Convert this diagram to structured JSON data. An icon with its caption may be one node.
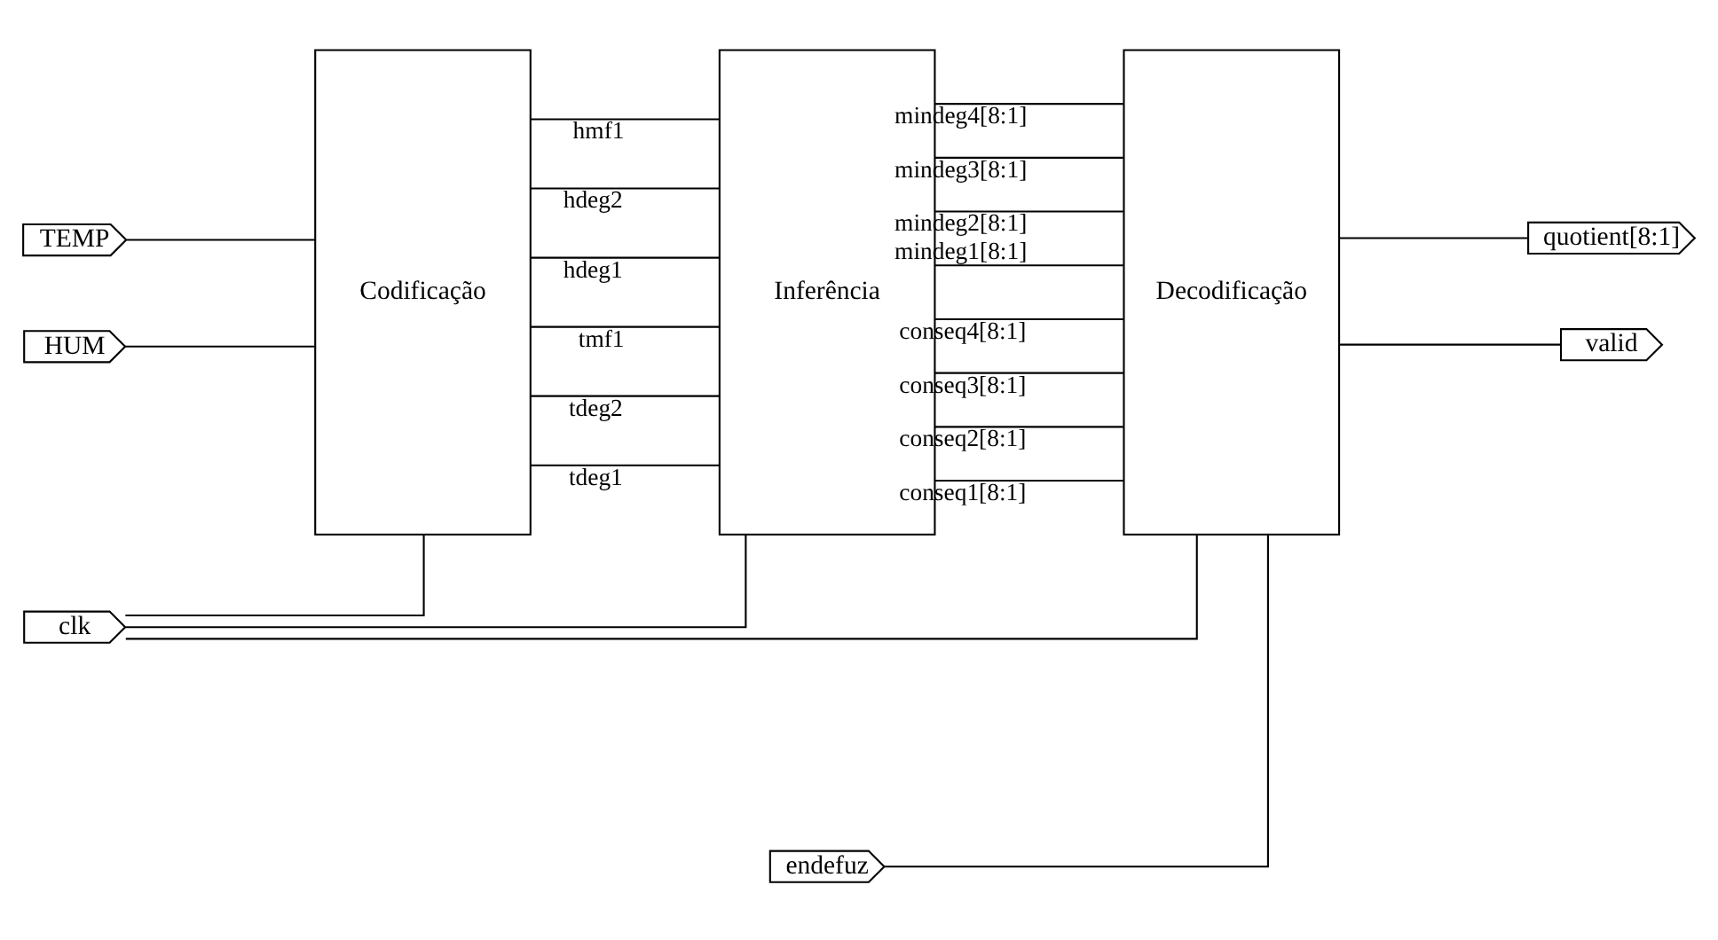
{
  "diagram": {
    "nodes": [
      {
        "text": [
          "clk"
        ]
      },
      {
        "text": [
          "TEMP"
        ]
      },
      {
        "text": [
          "HUM"
        ]
      },
      {
        "text": [
          "endefuz"
        ]
      },
      {
        "text": [
          "Codificação"
        ]
      },
      {
        "text": [
          "Inferência"
        ]
      },
      {
        "text": [
          "Decodificação"
        ]
      },
      {
        "text": [
          "quotient[8:1]"
        ]
      },
      {
        "text": [
          "valid"
        ]
      }
    ],
    "edges": [
      {
        "from": 0,
        "to": 4,
        "arrow": "none"
      },
      {
        "from": 0,
        "to": 5,
        "arrow": "none"
      },
      {
        "from": 0,
        "to": 6,
        "arrow": "none"
      },
      {
        "from": 1,
        "to": 4,
        "arrow": "none"
      },
      {
        "from": 2,
        "to": 4,
        "arrow": "none"
      },
      {
        "from": 4,
        "to": 5,
        "arrow": "none",
        "label": "tdeg1"
      },
      {
        "from": 4,
        "to": 5,
        "arrow": "none",
        "label": "tdeg2"
      },
      {
        "from": 4,
        "to": 5,
        "arrow": "none",
        "label": "tmf1"
      },
      {
        "from": 4,
        "to": 5,
        "arrow": "none",
        "label": "hdeg1"
      },
      {
        "from": 4,
        "to": 5,
        "arrow": "none",
        "label": "hdeg2"
      },
      {
        "from": 4,
        "to": 5,
        "arrow": "none",
        "label": "hmf1"
      },
      {
        "from": 5,
        "to": 6,
        "arrow": "none",
        "label": "conseq1[8:1]"
      },
      {
        "from": 5,
        "to": 6,
        "arrow": "none",
        "label": "conseq2[8:1]"
      },
      {
        "from": 5,
        "to": 6,
        "arrow": "none",
        "label": "conseq3[8:1]"
      },
      {
        "from": 5,
        "to": 6,
        "arrow": "none",
        "label": "conseq4[8:1]"
      },
      {
        "from": 5,
        "to": 6,
        "arrow": "none",
        "label": "mindeg1[8:1]"
      },
      {
        "from": 5,
        "to": 6,
        "arrow": "none",
        "label": "mindeg2[8:1]"
      },
      {
        "from": 5,
        "to": 6,
        "arrow": "none",
        "label": "mindeg3[8:1]"
      },
      {
        "from": 5,
        "to": 6,
        "arrow": "none",
        "label": "mindeg4[8:1]"
      },
      {
        "from": 6,
        "to": 7,
        "arrow": "none"
      },
      {
        "from": 6,
        "to": 8,
        "arrow": "none"
      },
      {
        "from": 3,
        "to": 6,
        "arrow": "none"
      }
    ]
  }
}
